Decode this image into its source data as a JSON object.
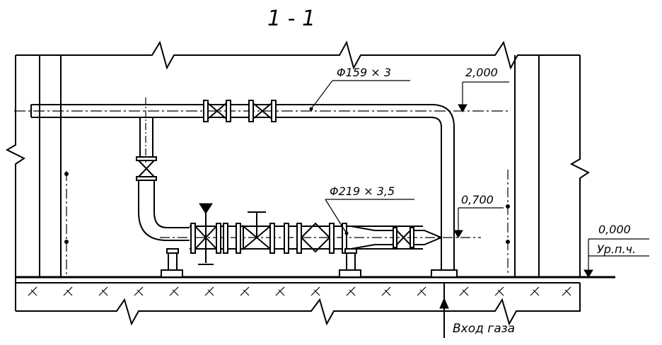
{
  "drawing": {
    "section_title": "1 - 1",
    "upper_pipe_label": "Φ159 × 3",
    "lower_pipe_label": "Φ219 × 3,5",
    "elevation_top": "2,000",
    "elevation_mid": "0,700",
    "elevation_zero": "0,000",
    "floor_level_label": "Ур.п.ч.",
    "gas_inlet_label": "Вход газа"
  }
}
